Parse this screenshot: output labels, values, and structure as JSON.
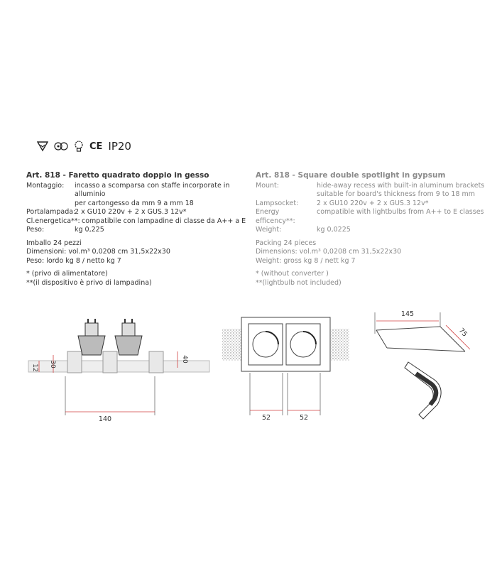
{
  "certs": {
    "ce": "CE",
    "ip": "IP20"
  },
  "it": {
    "title": "Art. 818 - Faretto quadrato doppio in gesso",
    "rows": [
      {
        "label": "Montaggio:",
        "value": "incasso a scomparsa con staffe incorporate in alluminio"
      },
      {
        "label": "",
        "value": "per cartongesso da mm 9 a mm 18"
      },
      {
        "label": "Portalampada:",
        "value": "2 x GU10 220v + 2 x GUS.3 12v*"
      },
      {
        "label": "Cl.energetica**:",
        "value": "compatibile con lampadine di classe da A++ a E"
      },
      {
        "label": "Peso:",
        "value": "kg 0,225"
      }
    ],
    "packing": "Imballo 24 pezzi",
    "dimensions": "Dimensioni: vol.m³ 0,0208  cm 31,5x22x30",
    "weight": "Peso: lordo kg  8  /  netto kg 7",
    "note1": "*  (privo di alimentatore)",
    "note2": "**(il dispositivo è privo di lampadina)"
  },
  "en": {
    "title": "Art. 818 - Square double spotlight in gypsum",
    "rows": [
      {
        "label": "Mount:",
        "value": "hide-away recess with built-in aluminum brackets"
      },
      {
        "label": "",
        "value": "suitable for board's thickness from 9 to 18 mm"
      },
      {
        "label": "Lampsocket:",
        "value": "2 x GU10 220v + 2 x GUS.3 12v*"
      },
      {
        "label": "Energy efficency**:",
        "value": "compatible with lightbulbs from A++ to E classes"
      },
      {
        "label": "Weight:",
        "value": "kg 0,0225"
      }
    ],
    "packing": "Packing 24 pieces",
    "dimensions": "Dimensions: vol.m³ 0,0208  cm 31,5x22x30",
    "weight": "Weight: gross kg  8  /  nett kg 7",
    "note1": "*  (without converter )",
    "note2": "**(lightbulb not included)"
  },
  "dims": {
    "d12": "12",
    "d30": "30",
    "d40": "40",
    "d140": "140",
    "d52a": "52",
    "d52b": "52",
    "d145": "145",
    "d75": "75"
  },
  "colors": {
    "dim_line": "#d04040",
    "drawing": "#444444"
  }
}
